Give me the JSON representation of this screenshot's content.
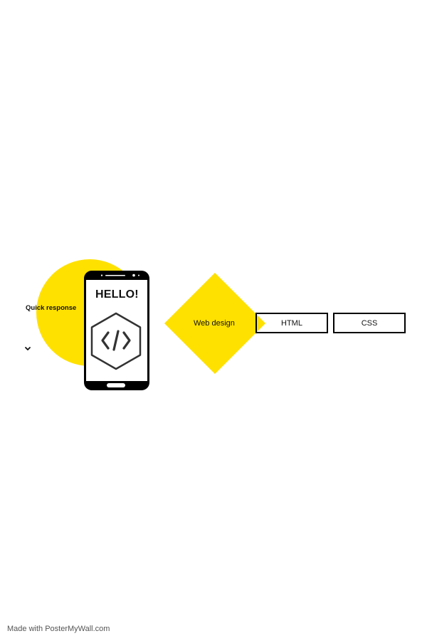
{
  "colors": {
    "accent": "#FFE100",
    "ink": "#111111",
    "credit_text": "#555555",
    "background": "#FFFFFF"
  },
  "hero": {
    "circle_label": "Quick response",
    "chevron_icon": "chevron-down-icon",
    "phone": {
      "greeting": "HELLO!",
      "screen_icon": "code-hexagon-icon"
    },
    "diamond_label": "Web design",
    "tags": [
      {
        "label": "HTML"
      },
      {
        "label": "CSS"
      }
    ]
  },
  "footer": {
    "credit": "Made with PosterMyWall.com"
  }
}
